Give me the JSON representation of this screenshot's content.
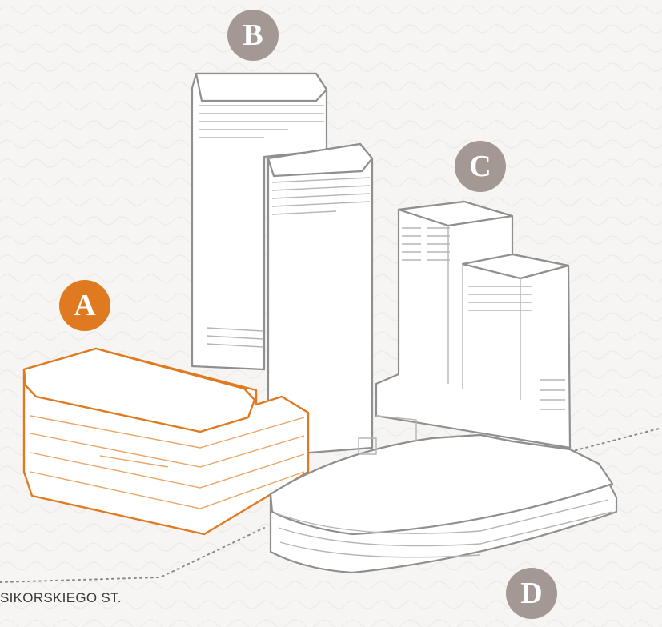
{
  "markers": {
    "a": {
      "label": "A",
      "color": "#e07a20"
    },
    "b": {
      "label": "B",
      "color": "#a39894"
    },
    "c": {
      "label": "C",
      "color": "#a39894"
    },
    "d": {
      "label": "D",
      "color": "#a39894"
    }
  },
  "street_label": "SIKORSKIEGO ST.",
  "colors": {
    "background": "#f6f5f3",
    "building_outline": "#8f8f8f",
    "highlight": "#e07a20"
  }
}
